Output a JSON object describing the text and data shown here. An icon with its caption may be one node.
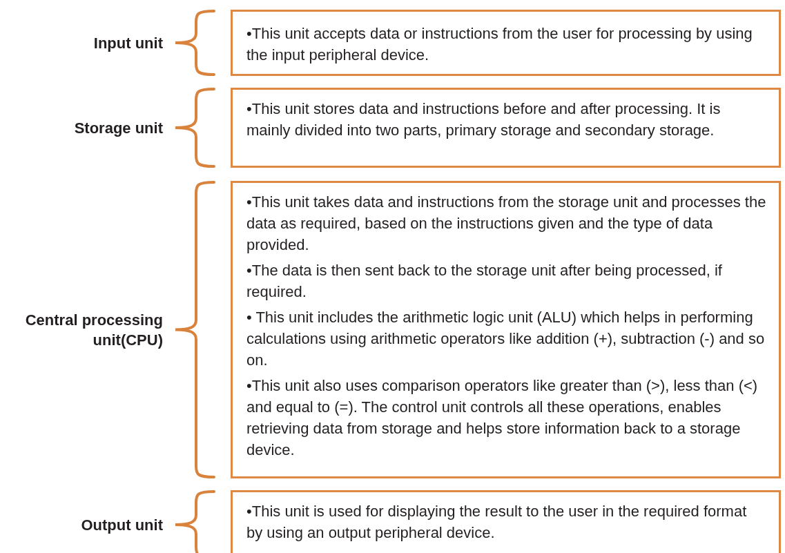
{
  "diagram": {
    "nodes": [
      {
        "text": [
          "Input unit",
          "•This unit accepts data or instructions from the user for processing by using the input peripheral device."
        ]
      },
      {
        "text": [
          "Storage unit",
          "•This unit stores data and instructions before and after processing. It is mainly divided into two parts, primary storage and secondary storage."
        ]
      },
      {
        "text": [
          "Central processing unit(CPU)",
          "•This unit takes data and instructions from the storage unit and processes the data as required, based on the instructions given and the type of data provided.",
          "•The data is then sent back to the storage unit after being processed, if required.",
          "• This unit includes the arithmetic logic unit (ALU) which helps in performing calculations using arithmetic operators like addition (+), subtraction (-) and so on.",
          "•This unit also uses comparison operators like greater than (>), less than (<) and equal to (=). The control unit controls all these operations, enables retrieving data from storage and helps store information back to a storage device."
        ]
      },
      {
        "text": [
          "Output unit",
          "•This unit is used for displaying the result to the user in the required format by using an output peripheral device."
        ]
      }
    ]
  }
}
